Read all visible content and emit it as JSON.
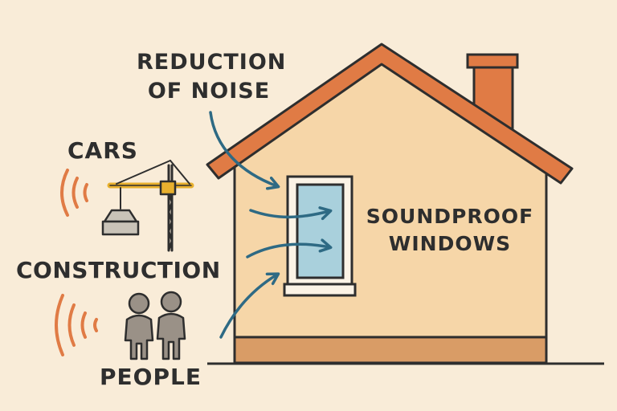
{
  "labels": {
    "noise_line1": "REDUCTION",
    "noise_line2": "OF NOISE",
    "cars": "CARS",
    "construction": "CONSTRUCTION",
    "people": "PEOPLE",
    "windows_line1": "SOUNDPROOF",
    "windows_line2": "WINDOWS"
  },
  "colors": {
    "background": "#f9ecd8",
    "roof": "#e07b45",
    "wall": "#f6d6a8",
    "foundation": "#d99c66",
    "glass": "#a9d0dc",
    "arrow": "#2e6a84",
    "sound_waves": "#e07b45",
    "outline": "#2e2e2e"
  },
  "icons": [
    "house-icon",
    "chimney-icon",
    "window-icon",
    "crane-icon",
    "person-icon",
    "sound-wave-icon",
    "arrow-icon"
  ]
}
